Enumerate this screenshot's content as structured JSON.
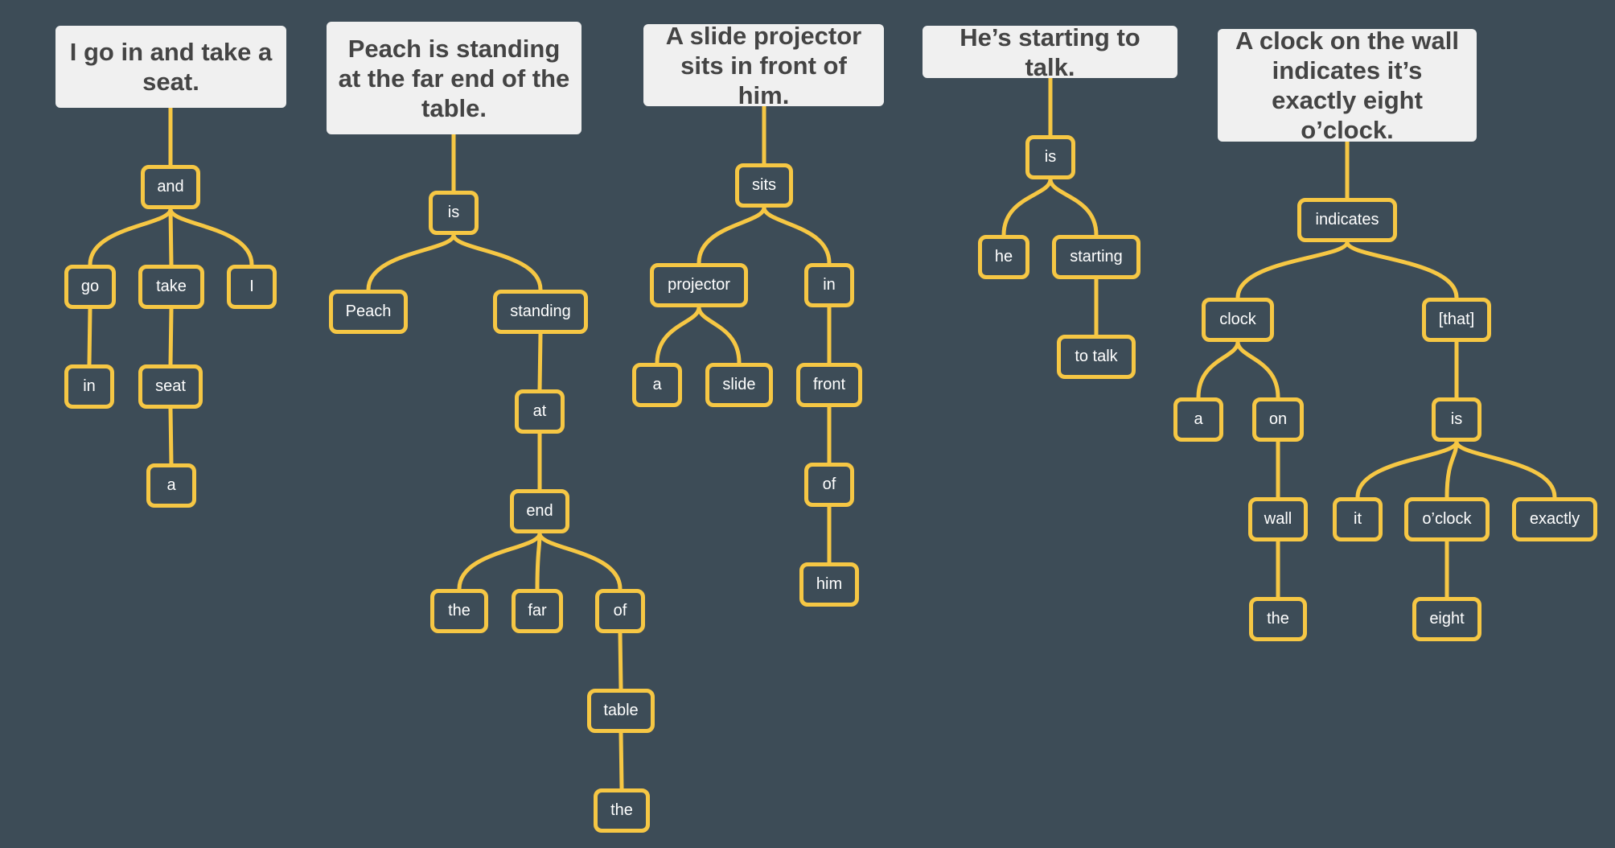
{
  "colors": {
    "background": "#3d4c57",
    "edge": "#f6c744",
    "sentence_box": "#f0f0f0",
    "sentence_text": "#444444",
    "node_text": "#ffffff"
  },
  "trees": [
    {
      "sentence": "I go in and take a seat.",
      "nodes": [
        {
          "id": "t1-and",
          "label": "and",
          "parent": null
        },
        {
          "id": "t1-go",
          "label": "go",
          "parent": "t1-and"
        },
        {
          "id": "t1-take",
          "label": "take",
          "parent": "t1-and"
        },
        {
          "id": "t1-i",
          "label": "I",
          "parent": "t1-and"
        },
        {
          "id": "t1-in",
          "label": "in",
          "parent": "t1-go"
        },
        {
          "id": "t1-seat",
          "label": "seat",
          "parent": "t1-take"
        },
        {
          "id": "t1-a",
          "label": "a",
          "parent": "t1-seat"
        }
      ]
    },
    {
      "sentence": "Peach is standing at the far end of the table.",
      "nodes": [
        {
          "id": "t2-is",
          "label": "is",
          "parent": null
        },
        {
          "id": "t2-peach",
          "label": "Peach",
          "parent": "t2-is"
        },
        {
          "id": "t2-standing",
          "label": "standing",
          "parent": "t2-is"
        },
        {
          "id": "t2-at",
          "label": "at",
          "parent": "t2-standing"
        },
        {
          "id": "t2-end",
          "label": "end",
          "parent": "t2-at"
        },
        {
          "id": "t2-the1",
          "label": "the",
          "parent": "t2-end"
        },
        {
          "id": "t2-far",
          "label": "far",
          "parent": "t2-end"
        },
        {
          "id": "t2-of",
          "label": "of",
          "parent": "t2-end"
        },
        {
          "id": "t2-table",
          "label": "table",
          "parent": "t2-of"
        },
        {
          "id": "t2-the2",
          "label": "the",
          "parent": "t2-table"
        }
      ]
    },
    {
      "sentence": "A slide projector sits in front of him.",
      "nodes": [
        {
          "id": "t3-sits",
          "label": "sits",
          "parent": null
        },
        {
          "id": "t3-projector",
          "label": "projector",
          "parent": "t3-sits"
        },
        {
          "id": "t3-in",
          "label": "in",
          "parent": "t3-sits"
        },
        {
          "id": "t3-a",
          "label": "a",
          "parent": "t3-projector"
        },
        {
          "id": "t3-slide",
          "label": "slide",
          "parent": "t3-projector"
        },
        {
          "id": "t3-front",
          "label": "front",
          "parent": "t3-in"
        },
        {
          "id": "t3-of",
          "label": "of",
          "parent": "t3-front"
        },
        {
          "id": "t3-him",
          "label": "him",
          "parent": "t3-of"
        }
      ]
    },
    {
      "sentence": "He’s starting to talk.",
      "nodes": [
        {
          "id": "t4-is",
          "label": "is",
          "parent": null
        },
        {
          "id": "t4-he",
          "label": "he",
          "parent": "t4-is"
        },
        {
          "id": "t4-starting",
          "label": "starting",
          "parent": "t4-is"
        },
        {
          "id": "t4-totalk",
          "label": "to talk",
          "parent": "t4-starting"
        }
      ]
    },
    {
      "sentence": "A clock on the wall indicates it’s exactly eight o’clock.",
      "nodes": [
        {
          "id": "t5-indicates",
          "label": "indicates",
          "parent": null
        },
        {
          "id": "t5-clock",
          "label": "clock",
          "parent": "t5-indicates"
        },
        {
          "id": "t5-that",
          "label": "[that]",
          "parent": "t5-indicates"
        },
        {
          "id": "t5-a",
          "label": "a",
          "parent": "t5-clock"
        },
        {
          "id": "t5-on",
          "label": "on",
          "parent": "t5-clock"
        },
        {
          "id": "t5-wall",
          "label": "wall",
          "parent": "t5-on"
        },
        {
          "id": "t5-the",
          "label": "the",
          "parent": "t5-wall"
        },
        {
          "id": "t5-is",
          "label": "is",
          "parent": "t5-that"
        },
        {
          "id": "t5-it",
          "label": "it",
          "parent": "t5-is"
        },
        {
          "id": "t5-oclock",
          "label": "o’clock",
          "parent": "t5-is"
        },
        {
          "id": "t5-exactly",
          "label": "exactly",
          "parent": "t5-is"
        },
        {
          "id": "t5-eight",
          "label": "eight",
          "parent": "t5-oclock"
        }
      ]
    }
  ]
}
